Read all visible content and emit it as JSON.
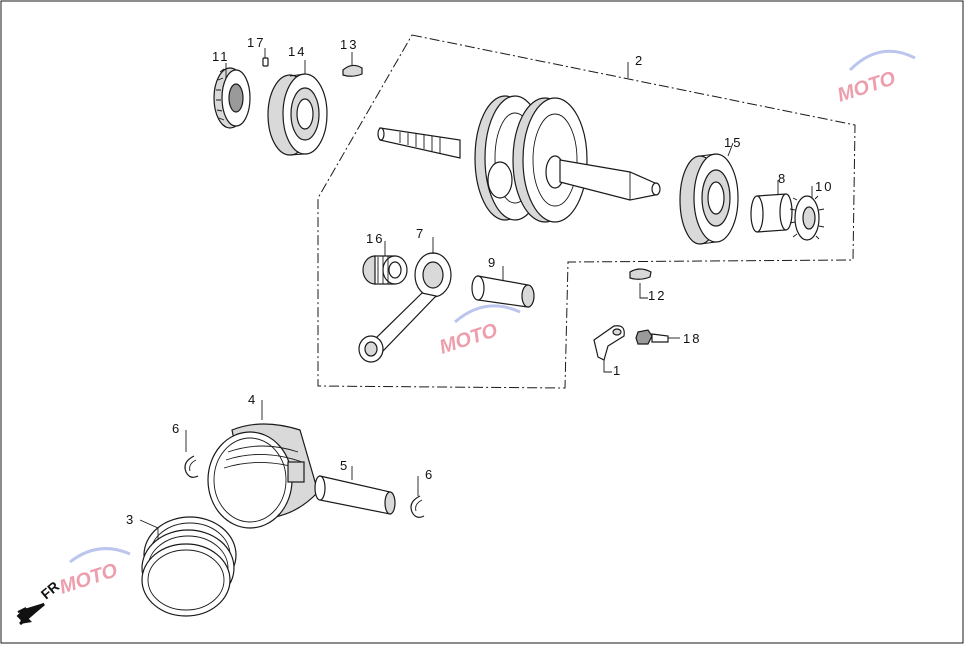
{
  "callouts": {
    "c1": "1",
    "c2": "2",
    "c3": "3",
    "c4": "4",
    "c5": "5",
    "c6a": "6",
    "c6b": "6",
    "c7": "7",
    "c8": "8",
    "c9": "9",
    "c10": "10",
    "c11": "11",
    "c12": "12",
    "c13": "13",
    "c14": "14",
    "c15": "15",
    "c16": "16",
    "c17": "17",
    "c18": "18"
  },
  "direction": {
    "label": "FR"
  },
  "watermark": {
    "text": "MOTO"
  },
  "colors": {
    "line": "#1a1a1a",
    "watermark_pink": "#e0506a",
    "watermark_blue": "#6b7fd8"
  }
}
